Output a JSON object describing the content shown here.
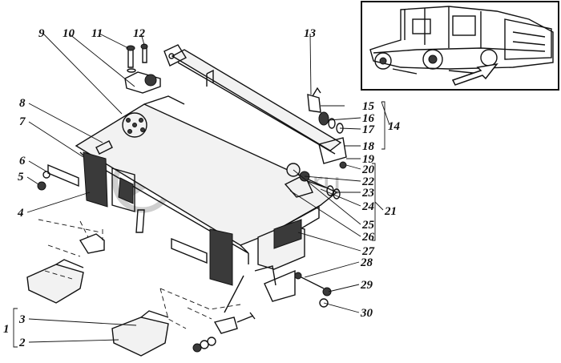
{
  "watermark": "autopiter.ru",
  "callouts": {
    "n1": "1",
    "n2": "2",
    "n3": "3",
    "n4": "4",
    "n5": "5",
    "n6": "6",
    "n7": "7",
    "n8": "8",
    "n9": "9",
    "n10": "10",
    "n11": "11",
    "n12": "12",
    "n13": "13",
    "n14": "14",
    "n15": "15",
    "n16": "16",
    "n17": "17",
    "n18": "18",
    "n19": "19",
    "n20": "20",
    "n21": "21",
    "n22": "22",
    "n23": "23",
    "n24": "24",
    "n25": "25",
    "n26": "26",
    "n27": "27",
    "n28": "28",
    "n29": "29",
    "n30": "30"
  }
}
